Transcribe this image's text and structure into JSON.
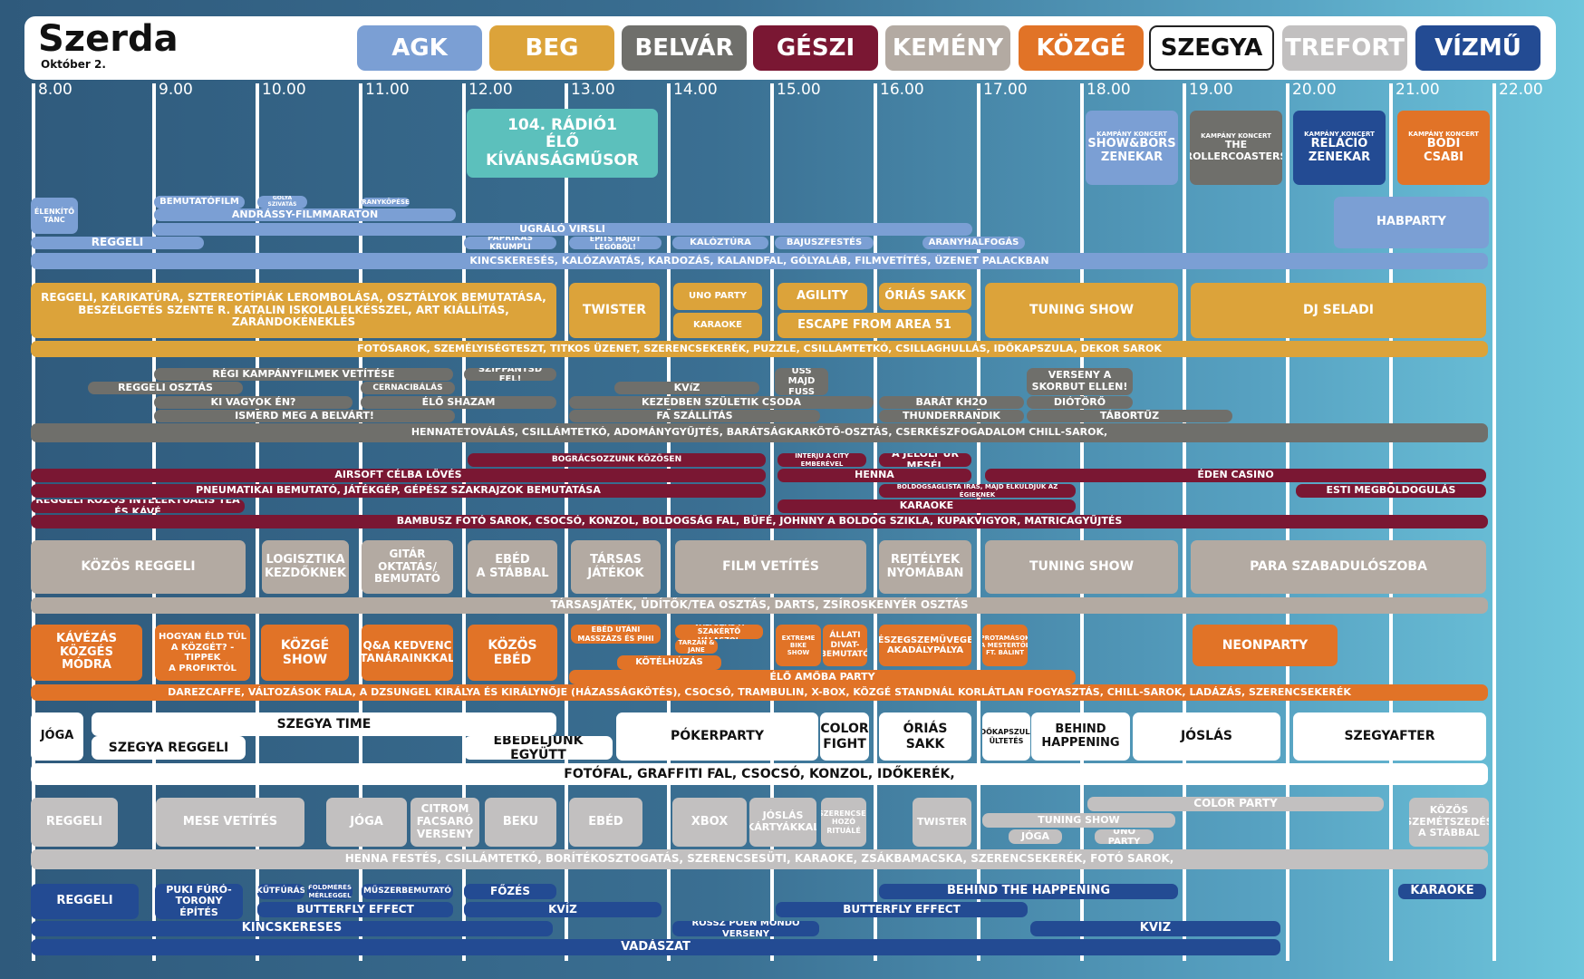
{
  "header": {
    "day": "Szerda",
    "date": "Október 2."
  },
  "colors": {
    "agk": "#7b9fd4",
    "beg": "#dca33a",
    "belvar": "#6f6f6b",
    "geszi": "#7a1733",
    "kemeny": "#b3aaa2",
    "kozge": "#e17327",
    "szegya": "#ffffff",
    "trefort": "#c2c0c0",
    "vizmu": "#234b93"
  },
  "categories": [
    {
      "label": "AGK",
      "color": "agk"
    },
    {
      "label": "BEG",
      "color": "beg"
    },
    {
      "label": "BELVÁR",
      "color": "belvar"
    },
    {
      "label": "GÉSZI",
      "color": "geszi"
    },
    {
      "label": "KEMÉNY",
      "color": "kemeny"
    },
    {
      "label": "KÖZGÉ",
      "color": "kozge"
    },
    {
      "label": "SZEGYA",
      "color": "szegya"
    },
    {
      "label": "TREFORT",
      "color": "trefort"
    },
    {
      "label": "VÍZMŰ",
      "color": "vizmu"
    }
  ],
  "hours": [
    "8.00",
    "9.00",
    "10.00",
    "11.00",
    "12.00",
    "13.00",
    "14.00",
    "15.00",
    "16.00",
    "17.00",
    "18.00",
    "19.00",
    "20.00",
    "21.00",
    "22.00"
  ],
  "concert_kicker": "KAMPÁNY KONCERT",
  "events": {
    "agk_radio": "104. RÁDIÓ1\nÉLŐ KÍVÁNSÁGMŰSOR",
    "agk_c1": "SHOW&BORS\nZENEKAR",
    "agk_c2": "THE\nROLLERCOASTERS",
    "agk_c3": "RELÁCIÓ\nZENEKAR",
    "agk_c4": "BÓDI\nCSABI",
    "agk_1": "ÉLENKÍTŐ\nTÁNC",
    "agk_2": "BEMUTATÓFILM",
    "agk_3": "GÓLYA\nSZIVATÁS",
    "agk_4": "ARANYKÖPÉSEK",
    "agk_5": "ANDRÁSSY-FILMMARATON",
    "agk_6": "HABPARTY",
    "agk_7": "UGRÁLÓ VIRSLI",
    "agk_8": "REGGELI",
    "agk_9": "PAPRIKÁS KRUMPLI",
    "agk_10": "ÉPÍTS HAJÓT LEGÓBÓL!",
    "agk_11": "KALÓZTÚRA",
    "agk_12": "BAJUSZFESTÉS",
    "agk_13": "ARANYHALFOGÁS",
    "agk_all": "KINCSKERESÉS, KALÓZAVATÁS, KARDOZÁS, KALANDFAL, GÓLYALÁB, FILMVETÍTÉS, ÜZENET PALACKBAN",
    "beg_1": "REGGELI, KARIKATÚRA, SZTEREOTÍPIÁK LEROMBOLÁSA, OSZTÁLYOK BEMUTATÁSA,\nBESZÉLGETÉS SZENTE R. KATALIN ISKOLALELKÉSSZEL, ART KIÁLLÍTÁS, ZARÁNDOKÉNEKLÉS",
    "beg_2": "TWISTER",
    "beg_3": "UNO PARTY",
    "beg_4": "KARAOKE",
    "beg_5": "AGILITY",
    "beg_6": "ÓRIÁS SAKK",
    "beg_7": "ESCAPE FROM AREA 51",
    "beg_8": "TUNING SHOW",
    "beg_9": "DJ SELADI",
    "beg_all": "FOTÓSAROK, SZEMÉLYISÉGTESZT, TITKOS ÜZENET, SZERENCSEKERÉK, PUZZLE, CSILLÁMTETKÓ, CSILLAGHULLÁS, IDŐKAPSZULA, DEKOR SAROK",
    "bel_1": "RÉGI KAMPÁNYFILMEK VETÍTÉSE",
    "bel_2": "SZIPPANTSD FEL!",
    "bel_3": "ÜSS MAJD\nFUSS",
    "bel_4": "VERSENY A\nSKORBUT ELLEN!",
    "bel_5": "REGGELI OSZTÁS",
    "bel_6": "CERNACIBÁLÁS",
    "bel_7": "KVíZ",
    "bel_8": "KI VAGYOK ÉN?",
    "bel_9": "ÉLŐ SHAZAM",
    "bel_10": "KEZEDBEN SZÜLETIK CSODA",
    "bel_11": "BARÁT KH2O",
    "bel_12": "DIÓTÖRŐ",
    "bel_13": "ISMERD MEG A BELVÁRT!",
    "bel_14": "FA SZÁLLÍTÁS",
    "bel_15": "THUNDERRANDIK",
    "bel_16": "TÁBORTŰZ",
    "bel_all": "HENNATETOVÁLÁS, CSILLÁMTETKÓ, ADOMÁNYGYŰJTÉS, BARÁTSÁGKARKÖTŐ-OSZTÁS, CSERKÉSZFOGADALOM CHILL-SAROK,",
    "ges_1": "BOGRÁCSOZZUNK KÖZÖSEN",
    "ges_2": "INTERJÚ A CITY EMBERÉVEL",
    "ges_3": "A JELÖLT ÚR MESÉL",
    "ges_4": "AIRSOFT CÉLBA LÖVÉS",
    "ges_5": "HENNA",
    "ges_6": "ÉDEN CASINO",
    "ges_7": "PNEUMATIKAI BEMUTATÓ, JÁTÉKGÉP, GÉPÉSZ SZAKRAJZOK BEMUTATÁSA",
    "ges_8": "BOLDOGSÁGLISTA ÍRÁS, MAJD ELKÜLDJÜK AZ ÉGIEKNEK",
    "ges_9": "ESTI MEGBOLDOGULÁS",
    "ges_10": "REGGELI KÖZÖS INTELEKTUÁLIS TEA ÉS KÁVÉ",
    "ges_11": "KARAOKE",
    "ges_all": "BAMBUSZ FOTÓ SAROK, CSOCSÓ, KONZOL, BOLDOGSÁG FAL, BÜFÉ, JOHNNY A BOLDOG SZIKLA, KUPAKVIGYOR, MATRICAGYŰJTÉS",
    "kem_1": "KÖZÖS REGGELI",
    "kem_2": "LOGISZTIKA\nKEZDŐKNEK",
    "kem_3": "GITÁR\nOKTATÁS/\nBEMUTATÓ",
    "kem_4": "EBÉD\nA STÁBBAL",
    "kem_5": "TÁRSAS\nJÁTÉKOK",
    "kem_6": "FILM VETÍTÉS",
    "kem_7": "REJTÉLYEK\nNYOMÁBAN",
    "kem_8": "TUNING SHOW",
    "kem_9": "PARA SZABADULÓSZOBA",
    "kem_all": "TÁRSASJÁTÉK, ÜDÍTŐK/TEA OSZTÁS, DARTS, ZSÍROSKENYÉR OSZTÁS",
    "koz_1": "KÁVÉZÁS KÖZGÉS\nMÓDRA",
    "koz_2": "HOGYAN ÉLD TÚL\nA KÖZGÉT? - TIPPEK\nA PROFIKTÓL",
    "koz_3": "KÖZGÉ SHOW",
    "koz_4": "Q&A KEDVENC\nTANÁRAINKKAL",
    "koz_5": "KÖZÖS EBÉD",
    "koz_6": "EBÉD UTÁNI\nMASSZÁZS ÉS PIHI",
    "koz_7": "VÁLTOZÁS-A\nSZAKÉRTŐ VÁLASZOL",
    "koz_8": "TARZAN &\nJANE",
    "koz_9": "KÖTÉLHÚZÁS",
    "koz_10": "EXTREME\nBIKE SHOW",
    "koz_11": "ÁLLATI\nDIVAT-\nBEMUTATÓ",
    "koz_12": "RÉSZEGSZEMÜVEGES\nAKADÁLYPÁLYA",
    "koz_13": "PROTAMÁSOK\nA MESTERTŐL\nFT. BÁLINT",
    "koz_14": "NEONPARTY",
    "koz_15": "ÉLŐ AMŐBA PARTY",
    "koz_all": "DAREZCAFFE, VÁLTOZÁSOK FALA, A DZSUNGEL KIRÁLYA ÉS KIRÁLYNŐJE (HÁZASSÁGKÖTÉS), CSOCSÓ, TRAMBULIN, X-BOX, KÖZGÉ STANDNÁL KORLÁTLAN FOGYASZTÁS, CHILL-SAROK, LADÁZÁS, SZERENCSEKERÉK",
    "sze_1": "JÓGA",
    "sze_2": "SZEGYA TIME",
    "sze_3": "SZEGYA REGGELI",
    "sze_4": "EBÉDELJÜNK EGYÜTT",
    "sze_5": "PÓKERPARTY",
    "sze_6": "COLOR\nFIGHT",
    "sze_7": "ÓRIÁS SAKK",
    "sze_8": "IDŐKAPSZULA\nÜLTETÉS",
    "sze_9": "BEHIND\nHAPPENING",
    "sze_10": "JÓSLÁS",
    "sze_11": "SZEGYAFTER",
    "sze_all": "FOTÓFAL, GRAFFITI FAL, CSOCSÓ, KONZOL, IDŐKERÉK,",
    "tre_1": "REGGELI",
    "tre_2": "MESE VETÍTÉS",
    "tre_3": "JÓGA",
    "tre_4": "CITROM\nFACSARÓ\nVERSENY",
    "tre_5": "BEKU",
    "tre_6": "EBÉD",
    "tre_7": "XBOX",
    "tre_8": "JÓSLÁS\nKÁRTYÁKKAL",
    "tre_9": "SZERENCSE-\nHOZÓ\nRITUÁLÉ",
    "tre_10": "TWISTER",
    "tre_11": "COLOR PARTY",
    "tre_12": "TUNING SHOW",
    "tre_13": "JÓGA",
    "tre_14": "UNO PARTY",
    "tre_15": "KÖZÖS\nSZEMÉTSZEDÉS\nA STÁBBAL",
    "tre_all": "HENNA FESTÉS, CSILLÁMTETKÓ, BORÍTÉKOSZTOGATÁS, SZERENCSESÜTI, KARAOKE, ZSÁKBAMACSKA, SZERENCSEKERÉK, FOTÓ SAROK,",
    "viz_1": "REGGELI",
    "viz_2": "PUKI FÚRÓ-\nTORONY ÉPÍTÉS",
    "viz_3": "KŰTFÚRÁS",
    "viz_4": "FÖLDMÉRÉS\nMÉRLEGGEL",
    "viz_5": "MŰSZERBEMUTATÓ",
    "viz_6": "FŐZÉS",
    "viz_7": "BEHIND THE HAPPENING",
    "viz_8": "KARAOKE",
    "viz_9": "BUTTERFLY EFFECT",
    "viz_10": "KVÍZ",
    "viz_11": "BUTTERFLY EFFECT",
    "viz_12": "KINCSKERESÉS",
    "viz_13": "ROSSZ POÉN MONDÓ VERSENY",
    "viz_14": "KVÍZ",
    "viz_all": "VADÁSZAT"
  }
}
